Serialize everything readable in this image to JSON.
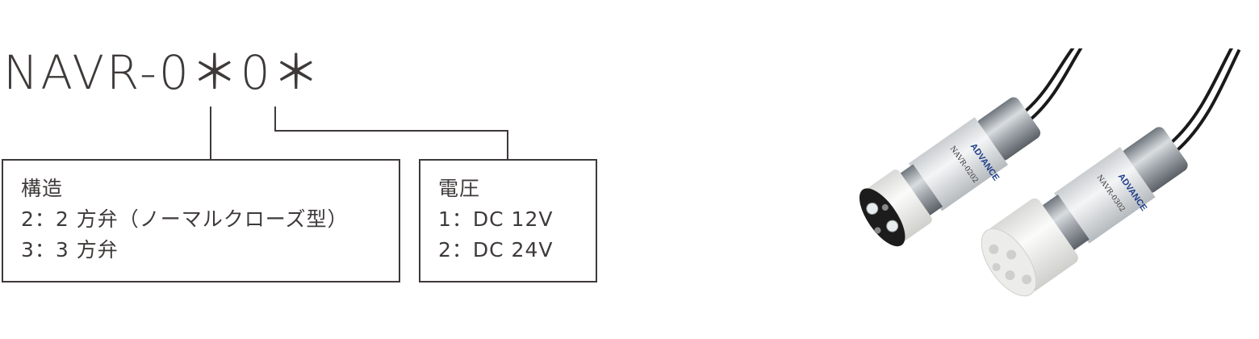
{
  "model": "NAVR-0＊0＊",
  "structure": {
    "title": "構造",
    "options": [
      "2：2 方弁（ノーマルクローズ型）",
      "3：3 方弁"
    ]
  },
  "voltage": {
    "title": "電圧",
    "options": [
      "1：DC 12V",
      "2：DC 24V"
    ]
  },
  "product_photo": {
    "brand": "ADVANCE",
    "unit_a_label": "NAVR-0202",
    "unit_b_label": "NAVR-0302",
    "colors": {
      "body_metal": "#9aa0a6",
      "cap_white": "#f2f2f0",
      "base_black": "#1c1c1c",
      "wire": "#1a1a1a"
    }
  }
}
